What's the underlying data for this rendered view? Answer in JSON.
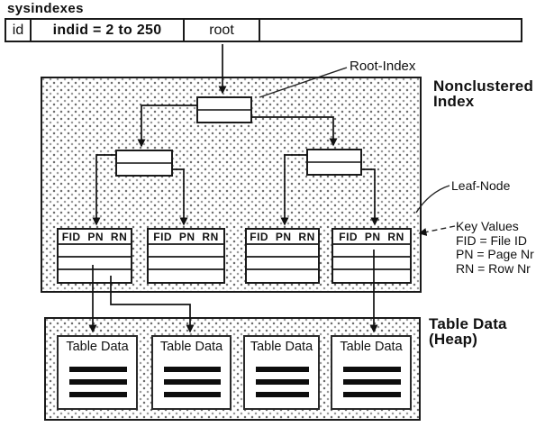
{
  "sysindexes": {
    "title": "sysindexes",
    "row": {
      "id": "id",
      "indid": "indid = 2 to 250",
      "root": "root"
    }
  },
  "nonclustered_index": {
    "label_line1": "Nonclustered",
    "label_line2": "Index",
    "root_pointer_label": "Root-Index",
    "leaf_pointer_label": "Leaf-Node",
    "leaf_header": "FID PN RN",
    "key_values": {
      "title": "Key Values",
      "fid": "FID = File ID",
      "pn": "PN = Page Nr",
      "rn": "RN = Row Nr"
    }
  },
  "table_data": {
    "label_line1": "Table Data",
    "label_line2": "(Heap)",
    "box_label": "Table Data"
  },
  "colors": {
    "line": "#111111",
    "box_border": "#1a1a1a",
    "stipple_dot": "#6f6f6f",
    "data_bar": "#0d0d0d",
    "background": "#ffffff"
  }
}
